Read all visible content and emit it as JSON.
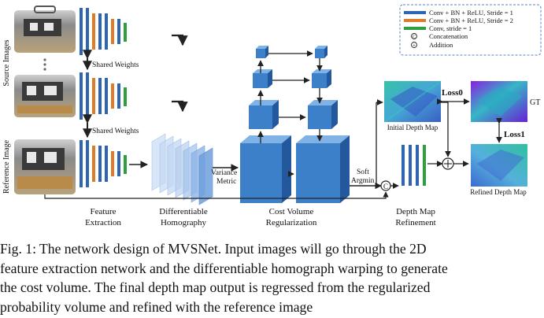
{
  "side_labels": {
    "source": "Source Images",
    "reference": "Reference Image"
  },
  "shared_weights": [
    "Shared Weights",
    "Shared Weights"
  ],
  "legend": {
    "conv1": "Conv + BN + ReLU, Stride = 1",
    "conv2": "Conv + BN + ReLU, Stride = 2",
    "conv3": "Conv, stride = 1",
    "concat": "Concatenation",
    "add": "Addition",
    "concat_symbol": "C",
    "add_symbol": "+"
  },
  "inline_labels": {
    "variance_1": "Variance",
    "variance_2": "Metric",
    "soft_1": "Soft",
    "soft_2": "Argmin",
    "concat_symbol": "C",
    "add_symbol": "+"
  },
  "depth": {
    "initial": "Initial Depth Map",
    "refined": "Refined Depth Map",
    "gt": "GT",
    "loss0": "Loss0",
    "loss1": "Loss1"
  },
  "stages": {
    "feature_1": "Feature",
    "feature_2": "Extraction",
    "homography_1": "Differentiable",
    "homography_2": "Homography",
    "cost_1": "Cost Volume",
    "cost_2": "Regularization",
    "refine_1": "Depth Map",
    "refine_2": "Refinement"
  },
  "caption": {
    "line1": "Fig. 1: The network design of MVSNet. Input images will go through the 2D",
    "line2": "feature extraction network and the differentiable homograph warping to generate",
    "line3": "the cost volume. The final depth map output is regressed from the regularized",
    "line4": "probability volume and refined with the reference image"
  },
  "colors": {
    "conv_stride1": "#2f64b5",
    "conv_stride2": "#e07b2a",
    "conv_plain": "#2e9e3f",
    "cube_front": "#3c80c9",
    "cube_top": "#7fb2e6",
    "cube_side": "#24589c",
    "depth_teal": "#35b8b0",
    "depth_blue": "#3f63c8",
    "gt_purple": "#7a1fd6"
  }
}
